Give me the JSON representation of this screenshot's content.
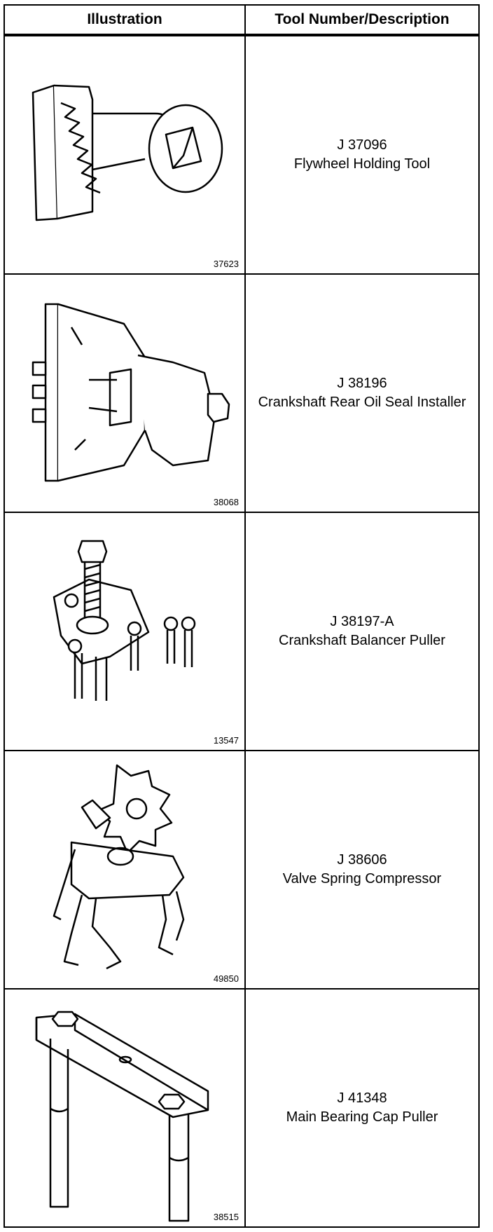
{
  "header": {
    "col1": "Illustration",
    "col2": "Tool Number/Description"
  },
  "rows": [
    {
      "number": "J 37096",
      "name": "Flywheel Holding Tool",
      "figure": "37623",
      "icon": "flywheel-holding-tool-icon"
    },
    {
      "number": "J 38196",
      "name": "Crankshaft Rear Oil Seal Installer",
      "figure": "38068",
      "icon": "oil-seal-installer-icon"
    },
    {
      "number": "J 38197-A",
      "name": "Crankshaft Balancer Puller",
      "figure": "13547",
      "icon": "balancer-puller-icon"
    },
    {
      "number": "J 38606",
      "name": "Valve Spring Compressor",
      "figure": "49850",
      "icon": "valve-spring-compressor-icon"
    },
    {
      "number": "J 41348",
      "name": "Main Bearing Cap Puller",
      "figure": "38515",
      "icon": "bearing-cap-puller-icon"
    }
  ]
}
